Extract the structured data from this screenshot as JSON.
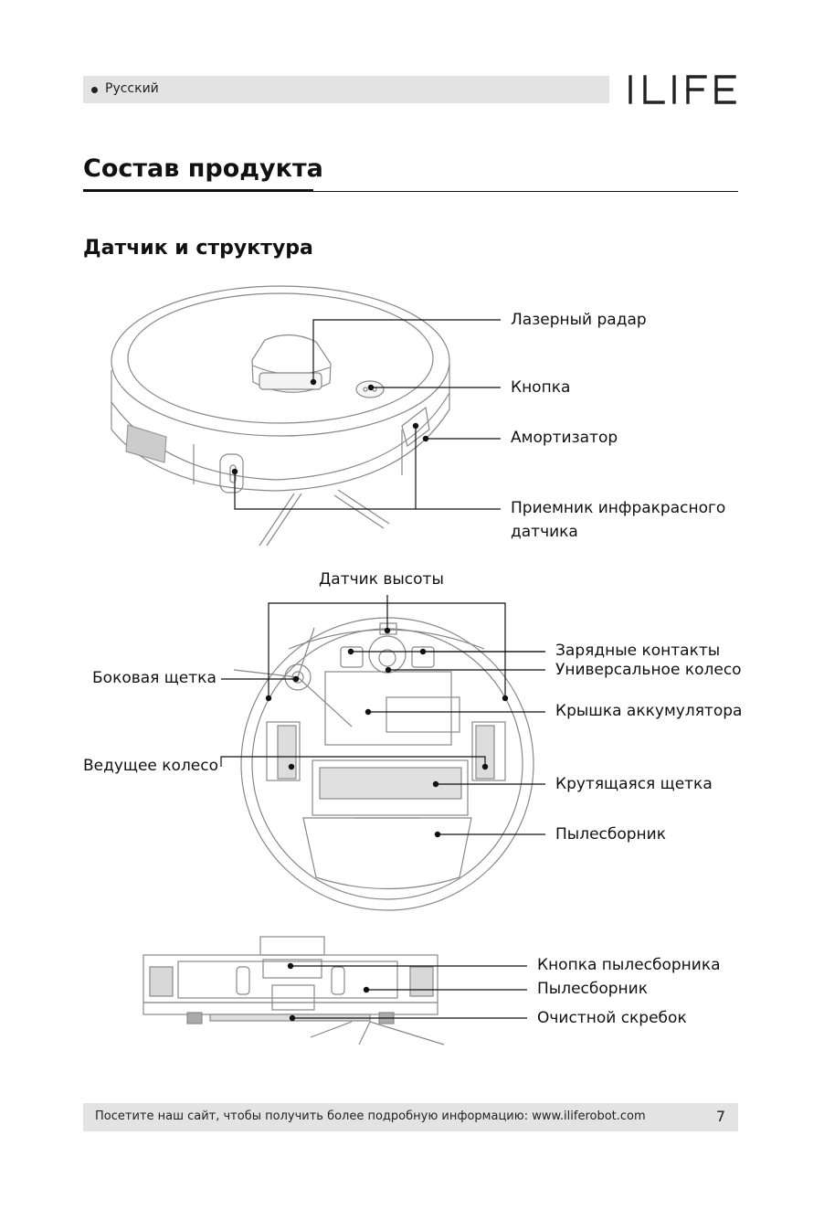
{
  "header": {
    "language": "Русский",
    "brand": "ILIFE"
  },
  "section_title": "Состав продукта",
  "subsection_title": "Датчик и структура",
  "top_view": {
    "labels": [
      "Лазерный радар",
      "Кнопка",
      "Амортизатор",
      "Приемник инфракрасного",
      "датчика"
    ]
  },
  "bottom_view": {
    "top_label": "Датчик высоты",
    "left_labels": [
      "Боковая щетка",
      "Ведущее колесо"
    ],
    "right_labels": [
      "Зарядные контакты",
      "Универсальное колесо",
      "Крышка аккумулятора",
      "Крутящаяся щетка",
      "Пылесборник"
    ]
  },
  "side_view": {
    "labels": [
      "Кнопка пылесборника",
      "Пылесборник",
      "Очистной скребок"
    ]
  },
  "footer": {
    "text": "Посетите наш сайт, чтобы получить более подробную информацию: www.iliferobot.com",
    "page": "7"
  }
}
